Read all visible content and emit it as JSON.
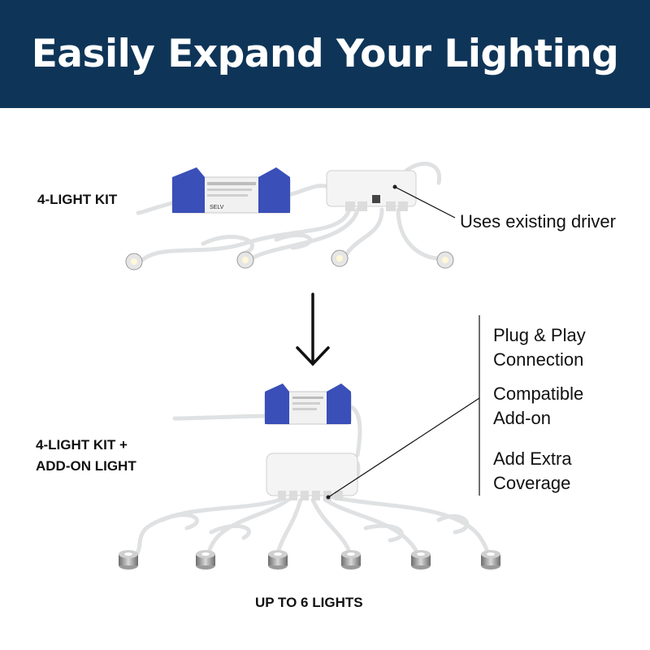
{
  "header": {
    "title": "Easily Expand Your Lighting"
  },
  "kit_top": {
    "label": "4-LIGHT KIT",
    "callout": "Uses existing driver",
    "driver_label": "SELV"
  },
  "kit_bottom": {
    "label_line1": "4-LIGHT KIT +",
    "label_line2": "ADD-ON LIGHT",
    "caption": "UP TO 6 LIGHTS"
  },
  "features": [
    {
      "line1": "Plug & Play",
      "line2": "Connection"
    },
    {
      "line1": "Compatible",
      "line2": "Add-on"
    },
    {
      "line1": "Add Extra",
      "line2": "Coverage"
    }
  ],
  "colors": {
    "header_bg": "#0e3558",
    "driver_blue": "#3a4fb8",
    "cable": "#e2e4e6"
  }
}
